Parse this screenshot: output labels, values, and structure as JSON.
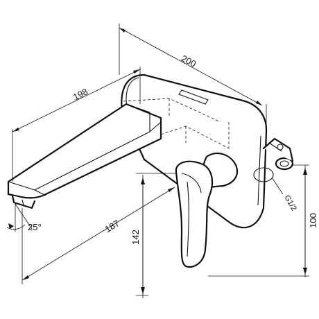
{
  "dimensions": {
    "spout_width": "200",
    "spout_length": "198",
    "reach": "187",
    "height_142": "142",
    "height_100": "100",
    "angle": "25°",
    "thread": "G1/2"
  }
}
